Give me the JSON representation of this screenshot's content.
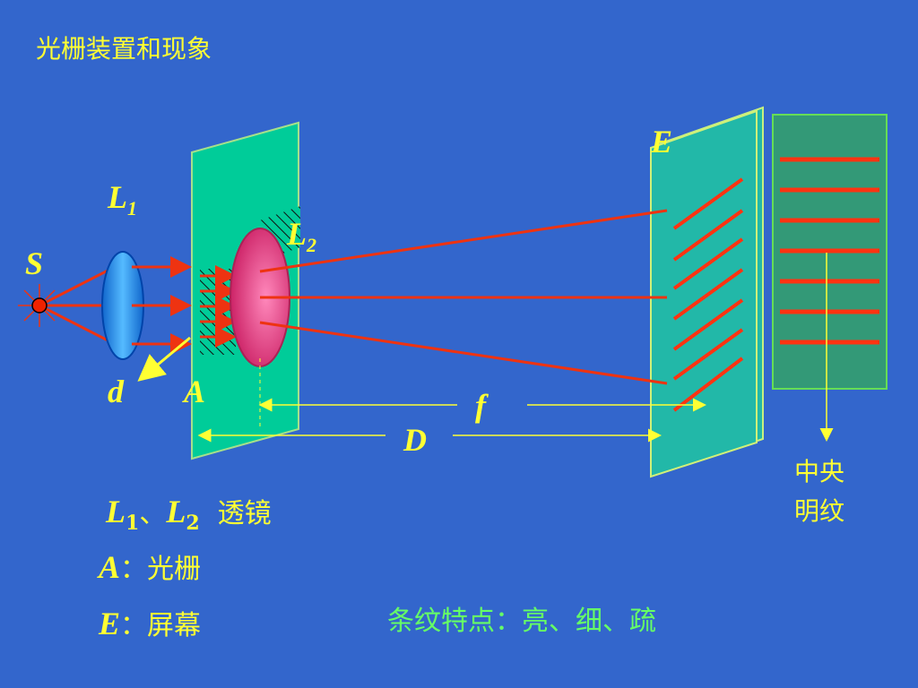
{
  "title": "光栅装置和现象",
  "labels": {
    "S": "S",
    "L1_letter": "L",
    "L1_sub": "1",
    "L2_letter": "L",
    "L2_sub": "2",
    "d": "d",
    "A": "A",
    "f": "f",
    "D": "D",
    "E": "E",
    "central_line1": "中央",
    "central_line2": "明纹"
  },
  "legend": {
    "lens_L1": "L",
    "lens_sub1": "1",
    "lens_sep": "、",
    "lens_L2": "L",
    "lens_sub2": "2",
    "lens_text": "透镜",
    "grating_key": "A",
    "grating_text": "：光栅",
    "screen_key": "E",
    "screen_text": "：屏幕"
  },
  "features": "条纹特点：亮、细、疏",
  "colors": {
    "background": "#3366cc",
    "label_yellow": "#ffff33",
    "feature_green": "#66ff66",
    "ray_red": "#ee3311",
    "grating_green": "#00cc99",
    "screen_teal": "#22b8a8",
    "fringe_panel": "#339977",
    "lens1_blue": "#3399ff",
    "lens2_pink": "#ee4488"
  }
}
